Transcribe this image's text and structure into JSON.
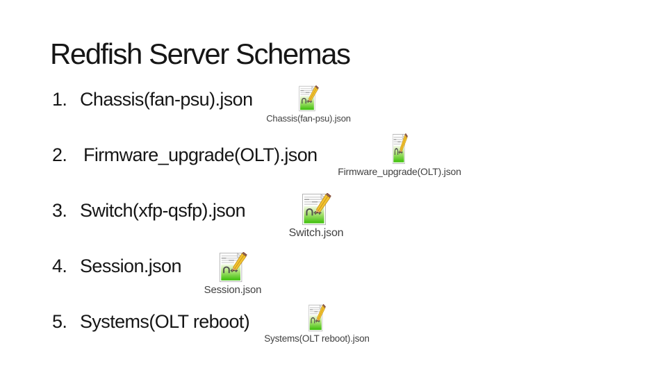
{
  "slide": {
    "title": "Redfish Server Schemas",
    "background": "#ffffff",
    "title_color": "#161616",
    "list_text_color": "#161616",
    "caption_color": "#404040"
  },
  "list": {
    "items": [
      {
        "number": "1.",
        "label": "Chassis(fan-psu).json"
      },
      {
        "number": "2.",
        "label": "Firmware_upgrade(OLT).json"
      },
      {
        "number": "3.",
        "label": "Switch(xfp-qsfp).json"
      },
      {
        "number": "4.",
        "label": "Session.json"
      },
      {
        "number": "5.",
        "label": "Systems(OLT reboot)"
      }
    ]
  },
  "figures": [
    {
      "icon": "notepad-plus-plus-file-icon",
      "caption": "Chassis(fan-psu).json"
    },
    {
      "icon": "notepad-plus-plus-file-icon",
      "caption": "Firmware_upgrade(OLT).json"
    },
    {
      "icon": "notepad-plus-plus-file-icon",
      "caption": "Switch.json"
    },
    {
      "icon": "notepad-plus-plus-file-icon",
      "caption": "Session.json"
    },
    {
      "icon": "notepad-plus-plus-file-icon",
      "caption": "Systems(OLT reboot).json"
    }
  ],
  "colors": {
    "icon-green": "#3dbf0a",
    "icon-green-mid": "#b5e57f",
    "icon-green-light": "#f3fae8",
    "pencil-yellow": "#f2c231",
    "pencil-edge": "#bf8e12",
    "pencil-wood": "#dca96a",
    "pencil-lead": "#4c3a28",
    "pencil-eraser": "#8c4a32",
    "page-border": "#b4b4b4",
    "page-line": "#cfcfcf",
    "glyph-gray": "#4f4f4f"
  }
}
